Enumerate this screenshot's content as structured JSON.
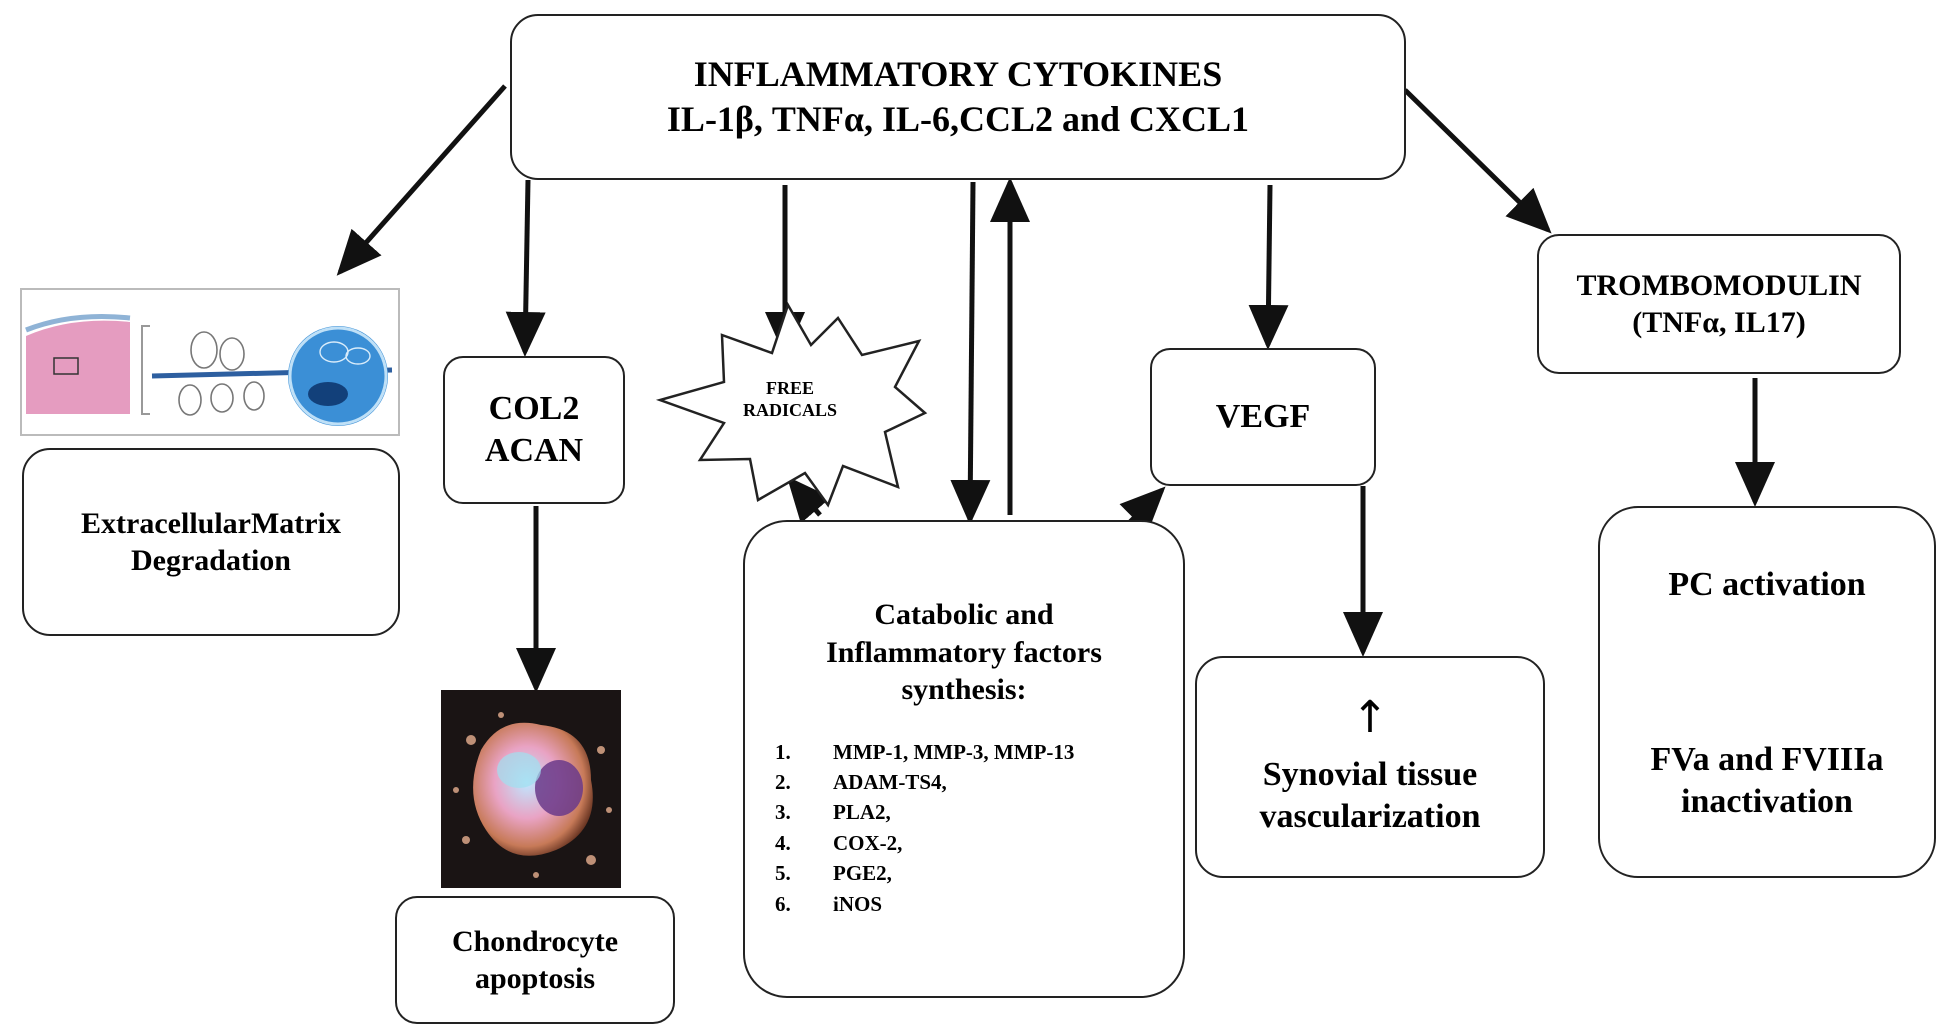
{
  "cytokines": {
    "title": "INFLAMMATORY CYTOKINES",
    "list": "IL-1β, TNFα, IL-6,CCL2 and CXCL1"
  },
  "ecm": {
    "line1": "ExtracellularMatrix",
    "line2": "Degradation"
  },
  "col2": {
    "line1": "COL2",
    "line2": "ACAN"
  },
  "chondro": {
    "line1": "Chondrocyte",
    "line2": "apoptosis"
  },
  "free_radicals": {
    "line1": "FREE",
    "line2": "RADICALS"
  },
  "catabolic": {
    "line1": "Catabolic and",
    "line2": "Inflammatory factors",
    "line3": "synthesis:",
    "items": [
      {
        "num": "1.",
        "text": "MMP-1, MMP-3, MMP-13"
      },
      {
        "num": "2.",
        "text": "ADAM-TS4,"
      },
      {
        "num": "3.",
        "text": "PLA2,"
      },
      {
        "num": "4.",
        "text": "COX-2,"
      },
      {
        "num": "5.",
        "text": "PGE2,"
      },
      {
        "num": "6.",
        "text": "iNOS"
      }
    ]
  },
  "vegf": {
    "label": "VEGF"
  },
  "synovial": {
    "arrow": "↑",
    "line1": "Synovial tissue",
    "line2": "vascularization"
  },
  "trombo": {
    "line1": "TROMBOMODULIN",
    "line2": "(TNFα, IL17)"
  },
  "pc": {
    "line1": "PC activation",
    "line2": "FVa and FVIIIa",
    "line3": "inactivation"
  }
}
